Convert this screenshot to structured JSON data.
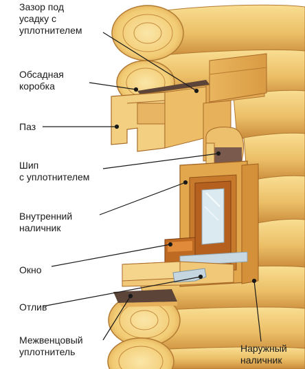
{
  "labels": {
    "gap": [
      "Зазор под",
      "усадку с",
      "уплотнителем"
    ],
    "casing_box": [
      "Обсадная",
      "коробка"
    ],
    "groove": [
      "Паз"
    ],
    "tenon": [
      "Шип",
      "с уплотнителем"
    ],
    "inner_trim": [
      "Внутренний",
      "наличник"
    ],
    "window": [
      "Окно"
    ],
    "drip": [
      "Отлив"
    ],
    "seal": [
      "Межвенцовый",
      "уплотнитель"
    ],
    "outer_trim": [
      "Наружный",
      "наличник"
    ]
  },
  "colors": {
    "log_light": "#f7d98a",
    "log_mid": "#e8b860",
    "log_dark": "#c98a3a",
    "ring": "#b8782c",
    "frame": "#d79a3e",
    "sash": "#b5601e",
    "glass": "#d7e8ee",
    "sill": "#c7d6e0",
    "seal": "#6e4a3a",
    "leader": "#1a1a1a"
  }
}
